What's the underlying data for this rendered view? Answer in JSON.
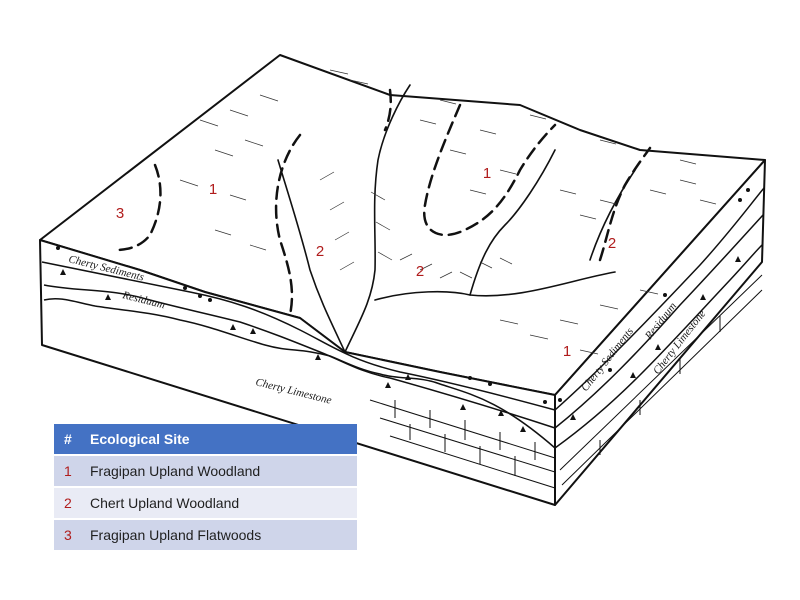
{
  "layers": {
    "left_top": "Cherty Sediments",
    "left_mid": "Residuum",
    "front_bottom": "Cherty Limestone",
    "right_top": "Cherty Sediments",
    "right_mid": "Residuum",
    "right_bottom": "Cherty Limestone"
  },
  "site_markers": [
    {
      "id": "marker-3-left",
      "label": "3"
    },
    {
      "id": "marker-1-left",
      "label": "1"
    },
    {
      "id": "marker-2-valley",
      "label": "2"
    },
    {
      "id": "marker-1-center",
      "label": "1"
    },
    {
      "id": "marker-2-center",
      "label": "2"
    },
    {
      "id": "marker-2-right",
      "label": "2"
    },
    {
      "id": "marker-1-front",
      "label": "1"
    }
  ],
  "legend": {
    "header_num": "#",
    "header_title": "Ecological Site",
    "rows": [
      {
        "num": "1",
        "name": "Fragipan Upland Woodland"
      },
      {
        "num": "2",
        "name": "Chert Upland Woodland"
      },
      {
        "num": "3",
        "name": "Fragipan Upland Flatwoods"
      }
    ]
  }
}
